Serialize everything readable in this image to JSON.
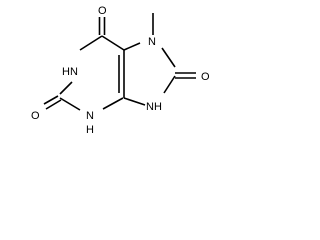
{
  "molecule": {
    "atoms": [
      {
        "id": "O6",
        "label": "O"
      },
      {
        "id": "C6",
        "label": ""
      },
      {
        "id": "N1",
        "label": "N"
      },
      {
        "id": "H1",
        "label": "H"
      },
      {
        "id": "C2",
        "label": ""
      },
      {
        "id": "O2",
        "label": "O"
      },
      {
        "id": "N3",
        "label": "N"
      },
      {
        "id": "H3",
        "label": "H"
      },
      {
        "id": "C4",
        "label": ""
      },
      {
        "id": "C5",
        "label": ""
      },
      {
        "id": "N7",
        "label": "N"
      },
      {
        "id": "CH3",
        "label": ""
      },
      {
        "id": "C8",
        "label": ""
      },
      {
        "id": "O8",
        "label": "O"
      },
      {
        "id": "N9",
        "label": "N"
      },
      {
        "id": "H9",
        "label": "H"
      }
    ],
    "bonds": [
      {
        "id": "b-c6-o6",
        "order": 2
      },
      {
        "id": "b-c6-n1",
        "order": 1
      },
      {
        "id": "b-n1-c2",
        "order": 1
      },
      {
        "id": "b-c2-o2",
        "order": 2
      },
      {
        "id": "b-c2-n3",
        "order": 1
      },
      {
        "id": "b-n3-c4",
        "order": 1
      },
      {
        "id": "b-c4-c5",
        "order": 2
      },
      {
        "id": "b-c5-c6",
        "order": 1
      },
      {
        "id": "b-c5-n7",
        "order": 1
      },
      {
        "id": "b-n7-ch3",
        "order": 1
      },
      {
        "id": "b-n7-c8",
        "order": 1
      },
      {
        "id": "b-c8-o8",
        "order": 2
      },
      {
        "id": "b-c8-n9",
        "order": 1
      },
      {
        "id": "b-n9-c4",
        "order": 1
      }
    ]
  }
}
